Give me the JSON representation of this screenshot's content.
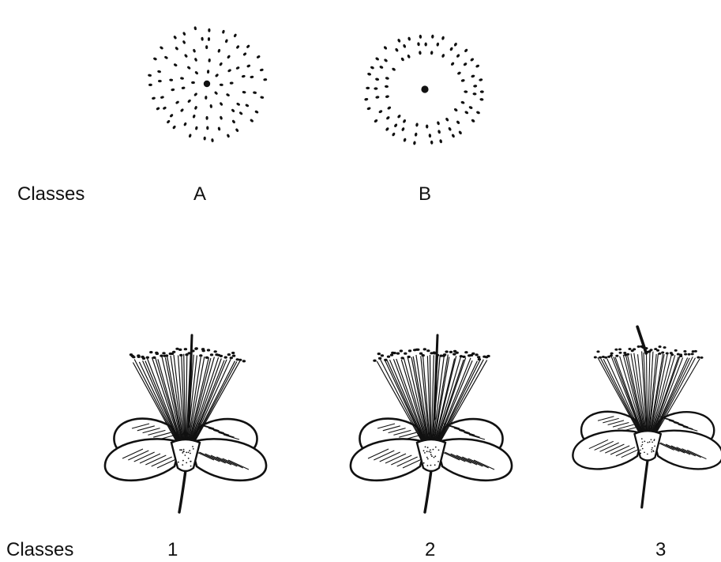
{
  "row1": {
    "label": "Classes",
    "items": [
      {
        "label": "A"
      },
      {
        "label": "B"
      }
    ]
  },
  "row2": {
    "label": "Classes",
    "items": [
      {
        "label": "1"
      },
      {
        "label": "2"
      },
      {
        "label": "3"
      }
    ]
  },
  "colors": {
    "ink": "#111111",
    "paper": "#ffffff"
  }
}
